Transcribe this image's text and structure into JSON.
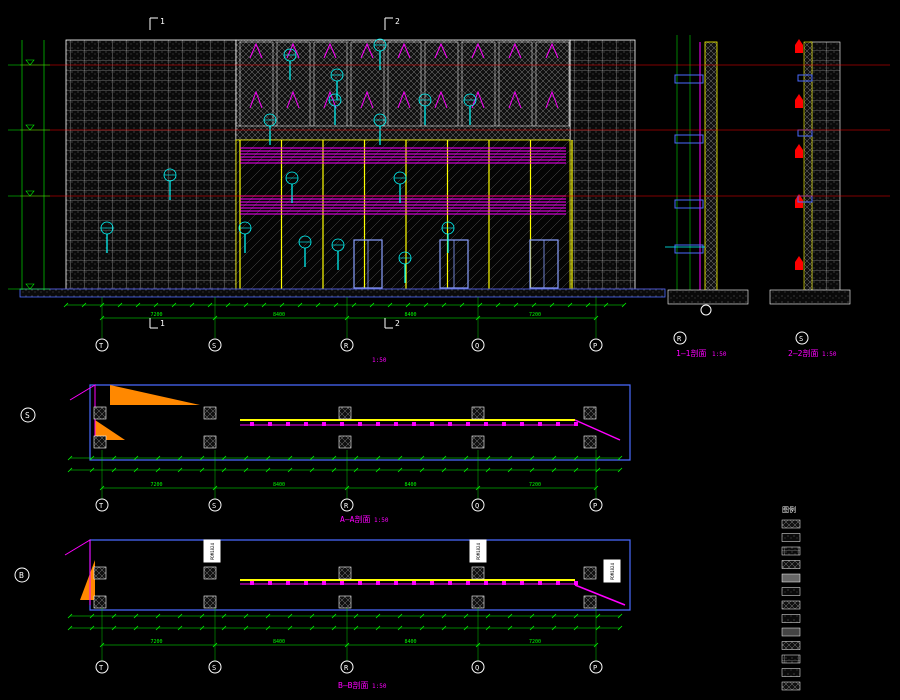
{
  "colors": {
    "background": "#000000",
    "grid": "#ffffff",
    "dimension": "#00ff00",
    "axis": "#ff0000",
    "accent_magenta": "#ff00ff",
    "accent_cyan": "#00ffff",
    "accent_yellow": "#ffff00",
    "accent_orange": "#ff8800",
    "frame_blue": "#4a6aff",
    "bubble_white": "#ffffff"
  },
  "elevation": {
    "section_marks": [
      "1",
      "2",
      "1",
      "2"
    ],
    "axis_bubbles": [
      "T",
      "S",
      "R",
      "Q",
      "P"
    ],
    "overall_dims": [
      "7200",
      "8400",
      "8400",
      "7200"
    ],
    "title": "",
    "scale": "1:50"
  },
  "section_1": {
    "title": "1—1剖面",
    "scale": "1:50",
    "axis_bubble": "R"
  },
  "section_2": {
    "title": "2—2剖面",
    "scale": "1:50",
    "axis_bubble": "S"
  },
  "plan_a": {
    "title": "A—A剖面",
    "scale": "1:50",
    "side_bubble": "S",
    "axis_bubbles": [
      "T",
      "S",
      "R",
      "Q",
      "P"
    ],
    "dims": [
      "7200",
      "8400",
      "8400",
      "7200"
    ]
  },
  "plan_b": {
    "title": "B—B剖面",
    "scale": "1:50",
    "side_bubble": "B",
    "axis_bubbles": [
      "T",
      "S",
      "R",
      "Q",
      "P"
    ],
    "dims": [
      "7200",
      "8400",
      "8400",
      "7200"
    ],
    "door_tags": [
      "PDM1824",
      "PDM1824",
      "PDM1824"
    ]
  },
  "legend": {
    "heading": "图例",
    "items": [
      "",
      "",
      "",
      "",
      "",
      "",
      "",
      "",
      "",
      "",
      "",
      "",
      ""
    ]
  }
}
